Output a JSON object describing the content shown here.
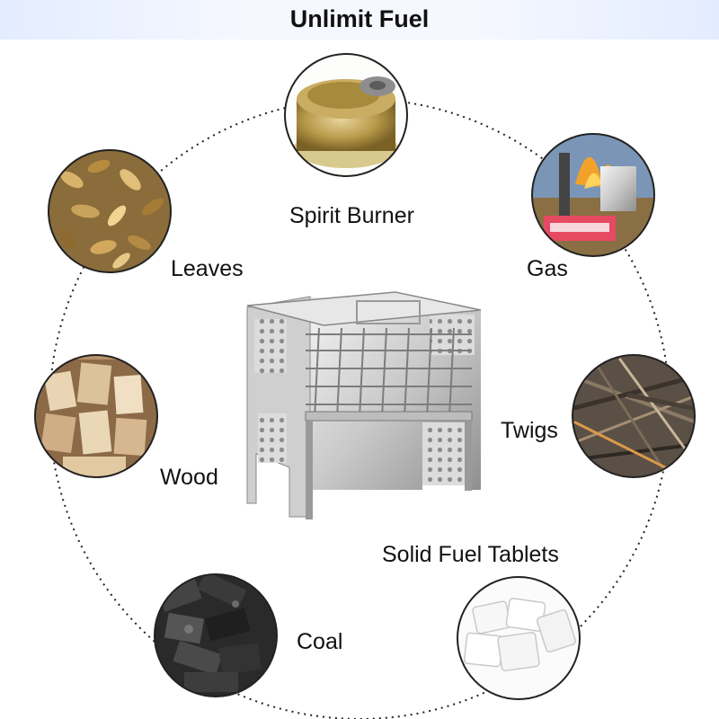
{
  "banner": {
    "title": "Unlimit Fuel"
  },
  "fuels": [
    {
      "label": "Spirit Burner",
      "icon": "spirit-burner-photo"
    },
    {
      "label": "Gas",
      "icon": "gas-canister-photo"
    },
    {
      "label": "Twigs",
      "icon": "twigs-photo"
    },
    {
      "label": "Solid Fuel Tablets",
      "icon": "fuel-tablets-photo"
    },
    {
      "label": "Coal",
      "icon": "coal-photo"
    },
    {
      "label": "Wood",
      "icon": "wood-photo"
    },
    {
      "label": "Leaves",
      "icon": "leaves-photo"
    }
  ],
  "center": {
    "icon": "folding-stove-photo"
  }
}
